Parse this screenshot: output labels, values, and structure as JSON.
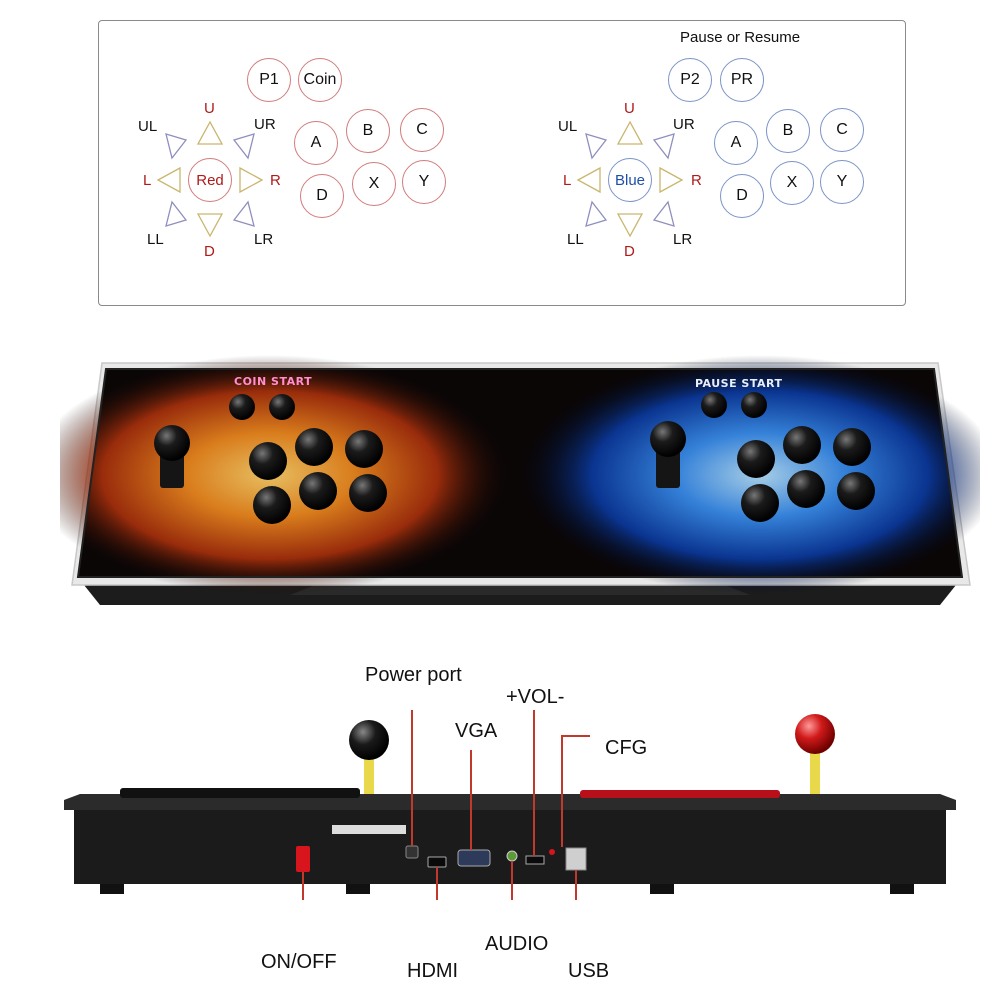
{
  "layout_panel": {
    "pause_note": "Pause or Resume",
    "player1": {
      "p_label": "P1",
      "coin_label": "Coin",
      "center_label": "Red",
      "dirs": {
        "up": "U",
        "down": "D",
        "left": "L",
        "right": "R",
        "ul": "UL",
        "ur": "UR",
        "ll": "LL",
        "lr": "LR"
      },
      "buttons_top": [
        "A",
        "B",
        "C"
      ],
      "buttons_bottom": [
        "D",
        "X",
        "Y"
      ]
    },
    "player2": {
      "p_label": "P2",
      "pr_label": "PR",
      "center_label": "Blue",
      "dirs": {
        "up": "U",
        "down": "D",
        "left": "L",
        "right": "R",
        "ul": "UL",
        "ur": "UR",
        "ll": "LL",
        "lr": "LR"
      },
      "buttons_top": [
        "A",
        "B",
        "C"
      ],
      "buttons_bottom": [
        "D",
        "X",
        "Y"
      ]
    }
  },
  "console_photo": {
    "left_label": "COIN START",
    "right_label": "PAUSE START"
  },
  "rear_panel": {
    "callouts": {
      "power": "Power port",
      "vol": "+VOL-",
      "vga": "VGA",
      "cfg": "CFG",
      "onoff": "ON/OFF",
      "hdmi": "HDMI",
      "audio": "AUDIO",
      "usb": "USB"
    }
  },
  "colors": {
    "callout_line": "#c0392b",
    "red_ball": "#d11a1a",
    "yellow_shaft": "#e8d84a"
  }
}
